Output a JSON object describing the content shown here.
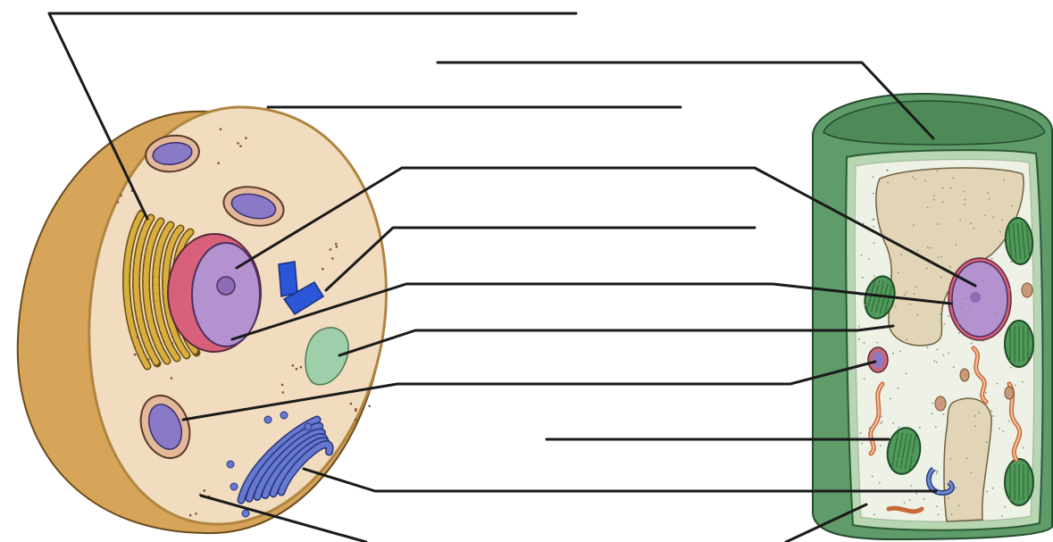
{
  "figure": {
    "type": "worksheet-diagram",
    "panels": [
      {
        "name": "animal-cell"
      },
      {
        "name": "plant-cell"
      }
    ],
    "blank_label_count": 12
  },
  "colors": {
    "animal_outer": "#d6a55a",
    "animal_shadow": "#b98638",
    "animal_cytoplasm": "#f1dcc0",
    "nucleus_purple": "#b392cf",
    "nuclear_envelope": "#d8607a",
    "golgi_blue": "#6678cf",
    "mito_purple": "#8a79c6",
    "rough_er_yellow": "#d8ae3e",
    "centrioles_blue": "#2c56d8",
    "vacuole_green": "#9fceaa",
    "plant_wall_green": "#5f9c6a",
    "plant_wall_dark": "#3f7a4c",
    "plant_cytoplasm": "#eef1e6",
    "central_vacuole": "#e2d4b6",
    "chloroplast_green": "#4f9a5a",
    "smooth_er_orange": "#d9895a",
    "leader_line": "#1a1a1a"
  }
}
